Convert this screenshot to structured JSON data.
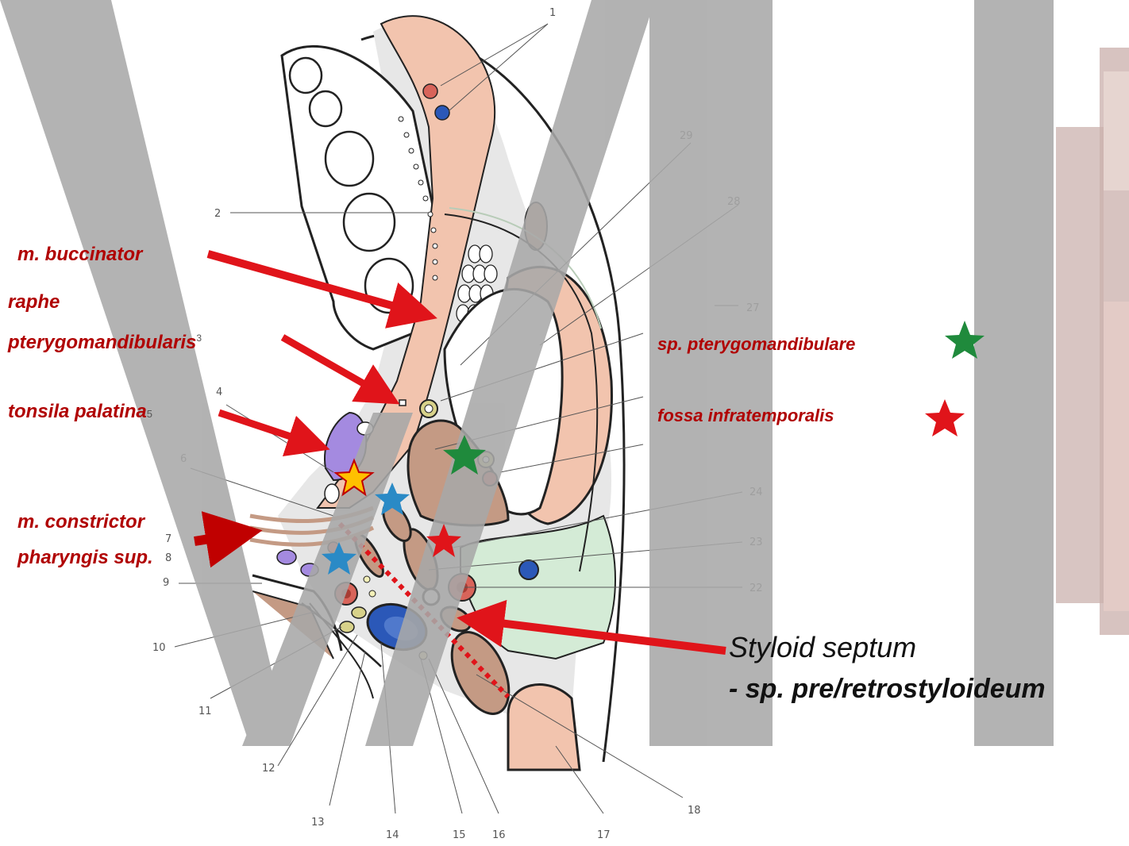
{
  "labels": {
    "buccinator": "m. buccinator",
    "raphe_1": "raphe",
    "raphe_2": "pterygomandibularis",
    "raphe_num": "3",
    "tonsila": "tonsila palatina",
    "tonsila_num": "5",
    "constrictor_1": "m. constrictor",
    "constrictor_2": "pharyngis sup.",
    "pterygomandibulare": "sp. pterygomandibulare",
    "infratemporalis": "fossa infratemporalis",
    "styloid_1": "Styloid septum",
    "styloid_2": "- sp. pre/retrostyloideum"
  },
  "numbers": [
    "1",
    "2",
    "4",
    "6",
    "7",
    "8",
    "9",
    "10",
    "11",
    "12",
    "13",
    "14",
    "15",
    "16",
    "17",
    "18",
    "22",
    "23",
    "24",
    "27",
    "28",
    "29"
  ],
  "colors": {
    "label_red": "#b00000",
    "arrow_red": "#e0141a",
    "arrow_dark": "#c00000",
    "watermark": "#a8a8a8",
    "muscle_pink": "#f2c4ae",
    "muscle_brown": "#c49a84",
    "gland_green": "#d4ebd6",
    "tonsil_purple": "#a48ae0",
    "artery_red": "#d8645a",
    "vein_blue": "#2b58b8",
    "star_green": "#1f8a3c",
    "star_red": "#e0141a",
    "star_blue": "#2a8ac6",
    "star_yellow": "#ffc000"
  },
  "icons": [
    "green-star-icon",
    "red-star-icon",
    "blue-star-icon",
    "yellow-star-icon",
    "arrow-icon"
  ]
}
